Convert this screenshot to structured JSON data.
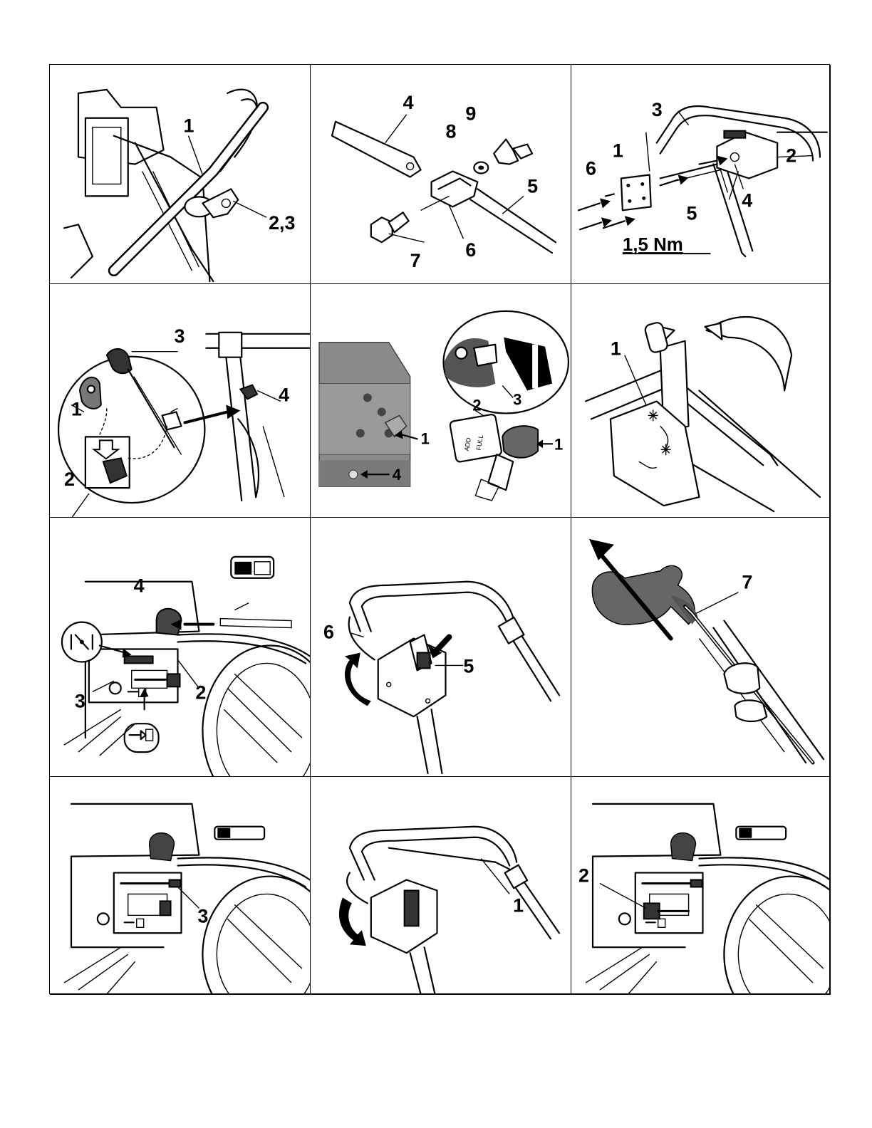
{
  "panels": [
    {
      "id": "p1",
      "labels": [
        "1",
        "2,3"
      ]
    },
    {
      "id": "p2",
      "labels": [
        "4",
        "9",
        "8",
        "5",
        "7",
        "6"
      ]
    },
    {
      "id": "p3",
      "labels": [
        "3",
        "1",
        "2",
        "6",
        "4",
        "5"
      ],
      "torque": "1,5 Nm"
    },
    {
      "id": "p4",
      "labels": [
        "1",
        "3",
        "4",
        "2"
      ]
    },
    {
      "id": "p5",
      "labels": [
        "3",
        "1",
        "2",
        "1",
        "4"
      ]
    },
    {
      "id": "p6",
      "labels": [
        "1"
      ]
    },
    {
      "id": "p7",
      "labels": [
        "4",
        "3",
        "2"
      ]
    },
    {
      "id": "p8",
      "labels": [
        "6",
        "5"
      ]
    },
    {
      "id": "p9",
      "labels": [
        "7"
      ]
    },
    {
      "id": "p10",
      "labels": [
        "3"
      ]
    },
    {
      "id": "p11",
      "labels": [
        "1"
      ]
    },
    {
      "id": "p12",
      "labels": [
        "2"
      ]
    }
  ],
  "icons": {
    "p1": [
      "handle-clamp-icon",
      "mower-engine-icon"
    ],
    "p2": [
      "handle-bar-icon",
      "wing-nut-icon",
      "washer-icon",
      "bolt-icon",
      "clamp-icon"
    ],
    "p3": [
      "handlebar-icon",
      "control-box-icon",
      "bracket-plate-icon",
      "screw-icon",
      "direction-arrow-icon"
    ],
    "p4": [
      "cable-clip-icon",
      "screwdriver-icon",
      "handlebar-icon"
    ],
    "p5": [
      "oil-dipstick-icon",
      "engine-block-icon",
      "drain-plug-icon"
    ],
    "p6": [
      "height-lever-icon",
      "rotation-arrow-icon"
    ],
    "p7": [
      "throttle-lever-icon",
      "choke-symbol-icon",
      "fuel-tap-icon",
      "engine-icon"
    ],
    "p8": [
      "handlebar-icon",
      "safety-switch-icon",
      "rotation-arrow-icon"
    ],
    "p9": [
      "starter-handle-icon",
      "pull-arrow-icon"
    ],
    "p10": [
      "throttle-lever-icon",
      "engine-icon"
    ],
    "p11": [
      "handlebar-icon",
      "release-arrow-icon"
    ],
    "p12": [
      "fuel-lever-icon",
      "engine-icon"
    ]
  }
}
